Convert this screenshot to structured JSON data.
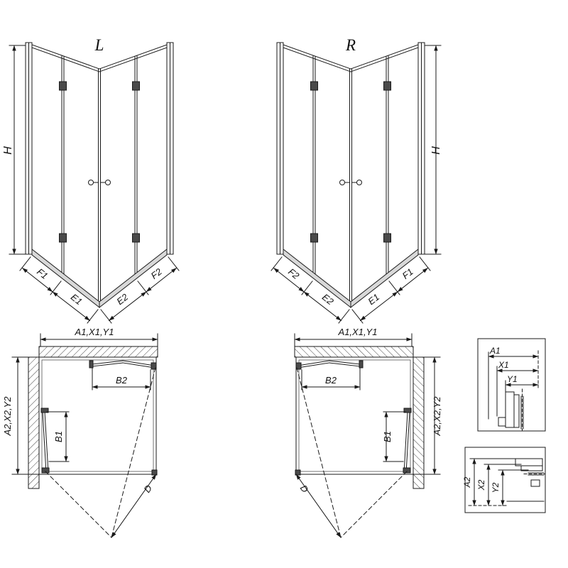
{
  "front_views": {
    "left": {
      "variant": "L",
      "height": "H",
      "outer_left": "F1",
      "inner_left": "E1",
      "inner_right": "E2",
      "outer_right": "F2"
    },
    "right": {
      "variant": "R",
      "height": "H",
      "outer_left": "F2",
      "inner_left": "E2",
      "inner_right": "E1",
      "outer_right": "F1"
    }
  },
  "plan_views": {
    "left": {
      "width_dim": "A1,X1,Y1",
      "depth_dim": "A2,X2,Y2",
      "top_door_width": "B2",
      "side_door_width": "B1",
      "diagonal": "D"
    },
    "right": {
      "width_dim": "A1,X1,Y1",
      "depth_dim": "A2,X2,Y2",
      "top_door_width": "B2",
      "side_door_width": "B1",
      "diagonal": "D"
    }
  },
  "details": {
    "wall_profile": {
      "dims": [
        "A1",
        "X1",
        "Y1"
      ]
    },
    "floor_profile": {
      "dims": [
        "A2",
        "X2",
        "Y2"
      ]
    }
  }
}
